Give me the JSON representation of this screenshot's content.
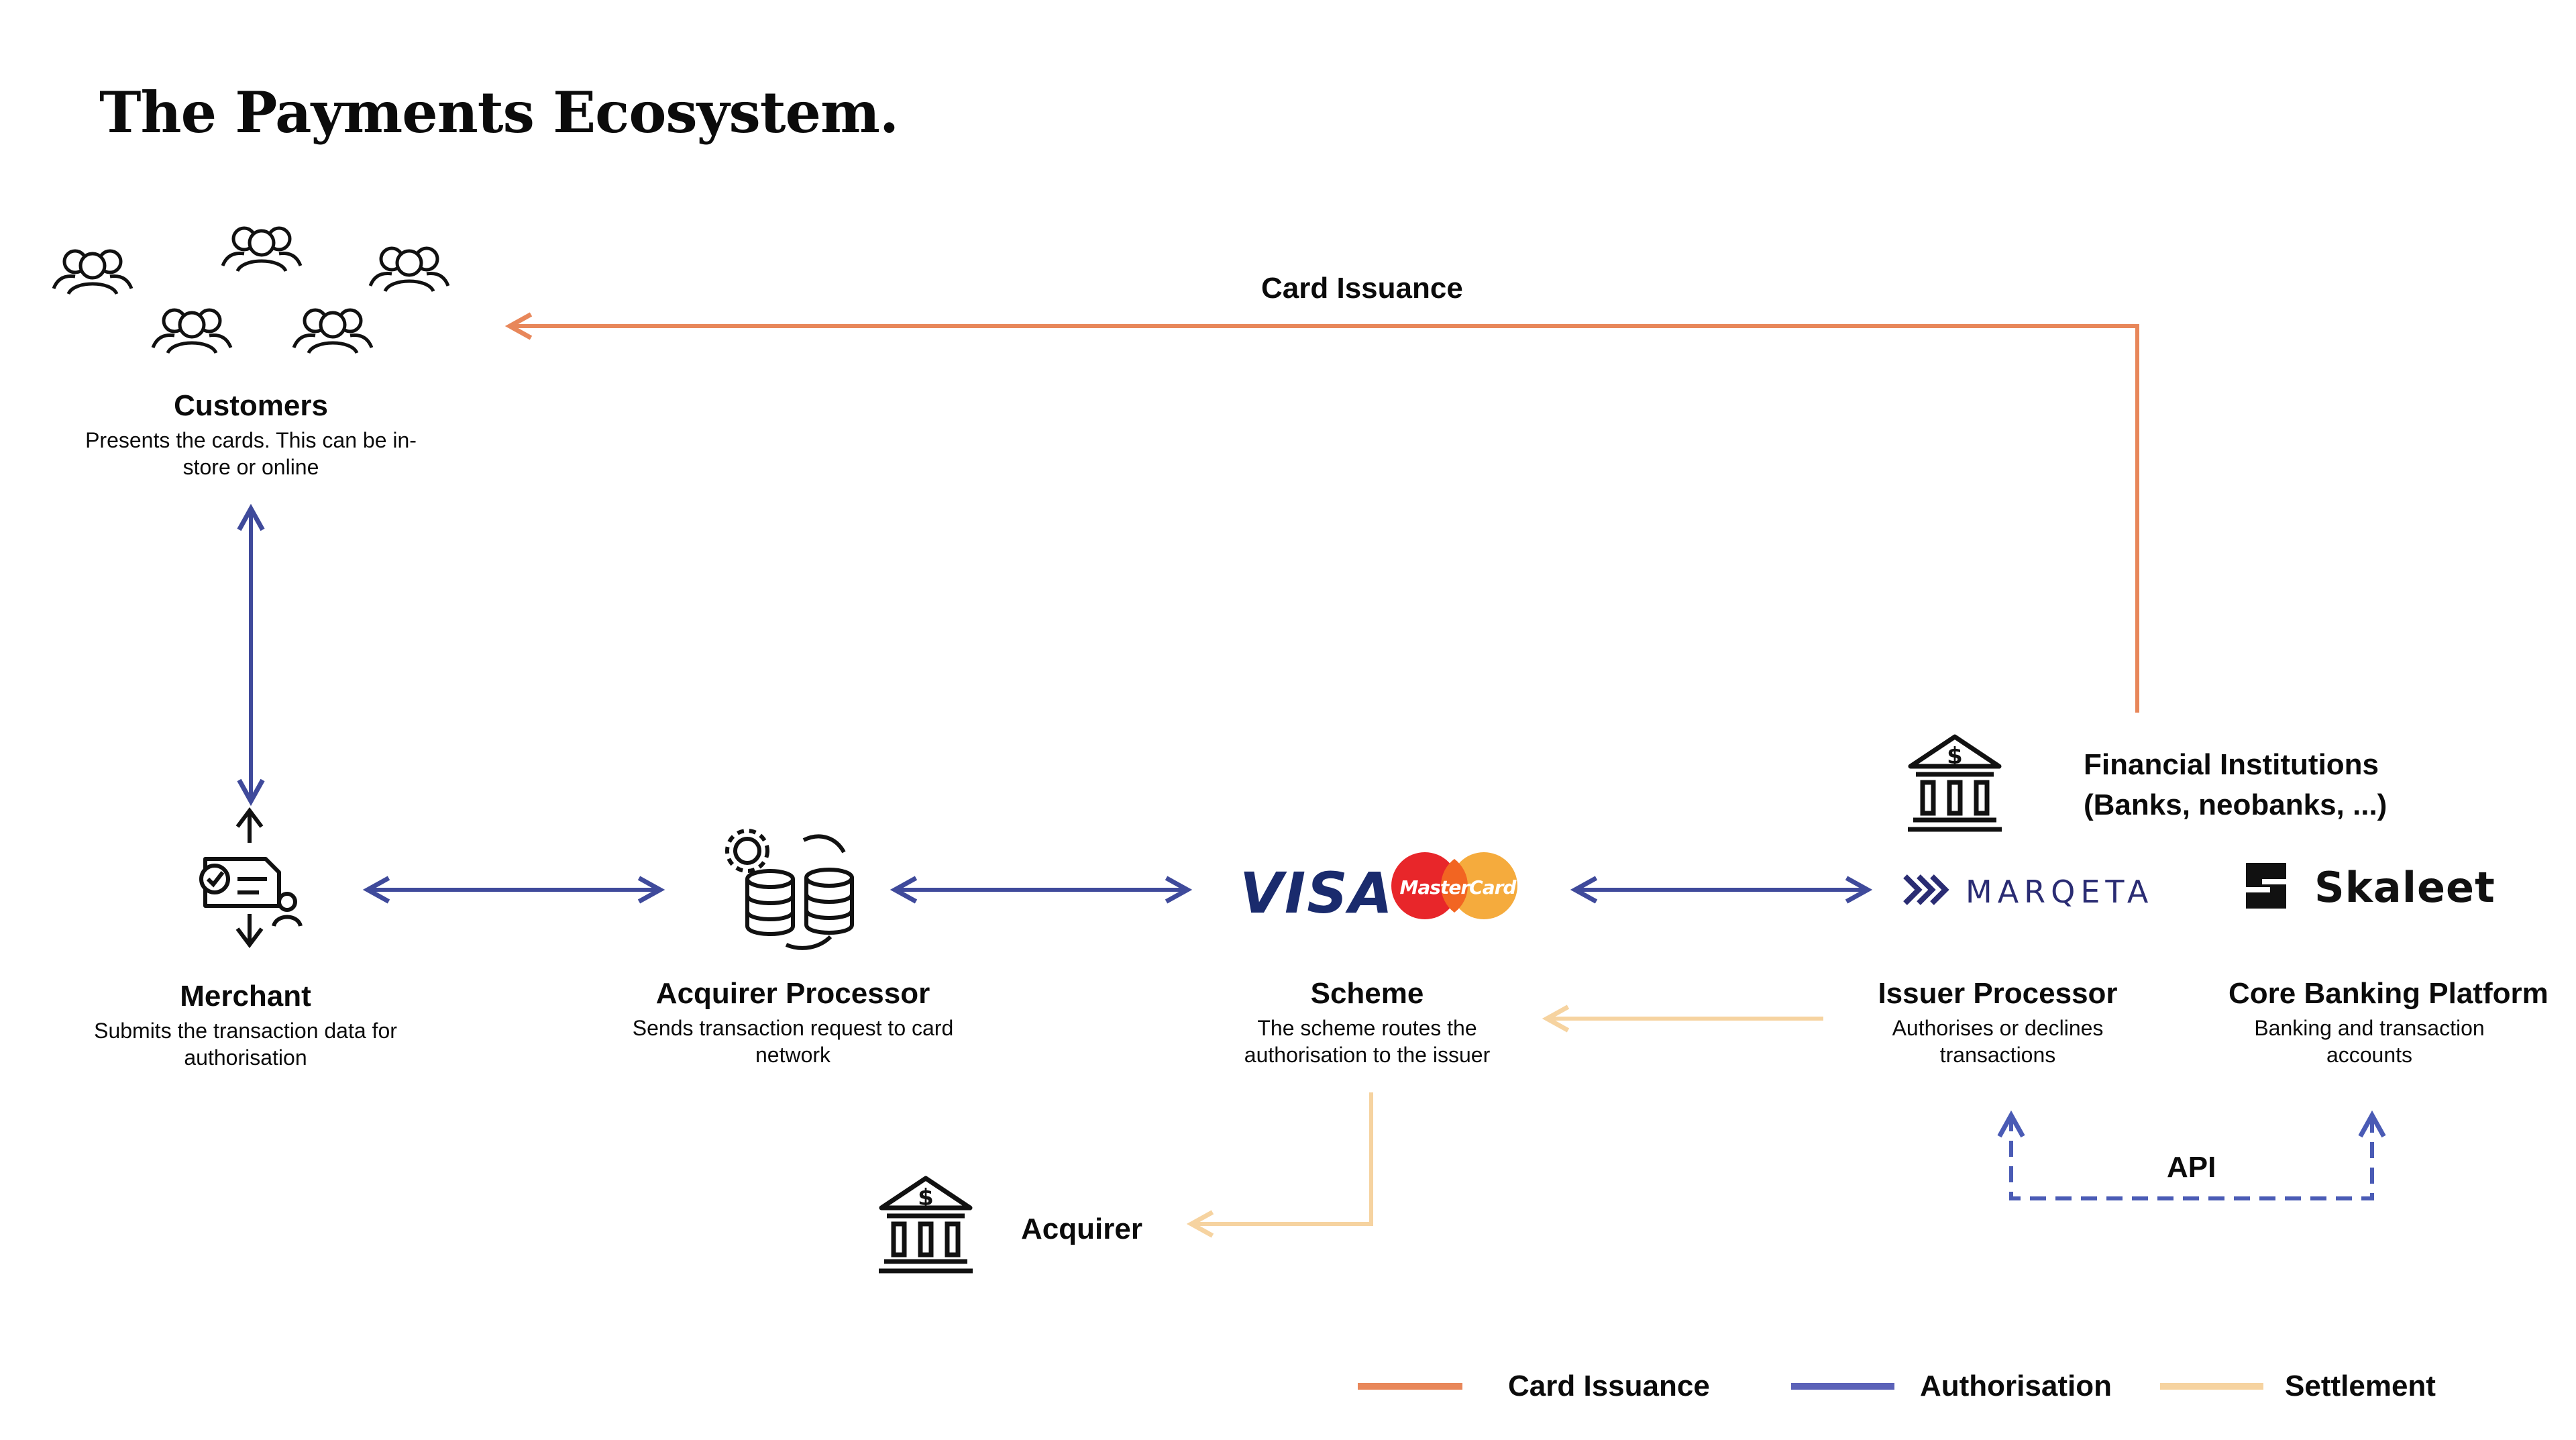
{
  "title": "The Payments Ecosystem.",
  "colors": {
    "card_issuance": "#e8875a",
    "authorisation": "#3f4a9b",
    "settlement": "#f6d3a0",
    "api_dashed": "#4a5bb5",
    "ink": "#0b0b0b"
  },
  "nodes": {
    "customers": {
      "heading": "Customers",
      "subtitle": "Presents the cards. This can be in-store or online",
      "icon": "people-group-icon"
    },
    "merchant": {
      "heading": "Merchant",
      "subtitle": "Submits the transaction data for authorisation",
      "icon": "merchant-icon"
    },
    "acquirer_processor": {
      "heading": "Acquirer Processor",
      "subtitle": "Sends transaction request to card network",
      "icon": "gear-coins-icon"
    },
    "scheme": {
      "heading": "Scheme",
      "subtitle": "The scheme routes the authorisation to the issuer",
      "icon": "card-scheme-logos"
    },
    "issuer_processor": {
      "heading": "Issuer Processor",
      "subtitle": "Authorises or declines transactions",
      "icon": "marqeta-logo"
    },
    "core_banking": {
      "heading": "Core Banking Platform",
      "subtitle": "Banking and transaction accounts",
      "icon": "skaleet-logo"
    },
    "financial_institutions": {
      "heading_line1": "Financial Institutions",
      "heading_line2": "(Banks, neobanks, ...)",
      "icon": "bank-icon"
    },
    "acquirer": {
      "heading": "Acquirer",
      "icon": "bank-icon"
    }
  },
  "logos": {
    "visa": "VISA",
    "mastercard": "MasterCard",
    "marqeta": "MARQETA",
    "skaleet": "Skaleet"
  },
  "edges": {
    "card_issuance_label": "Card Issuance",
    "api_label": "API"
  },
  "legend": [
    {
      "label": "Card Issuance",
      "color": "#e8875a"
    },
    {
      "label": "Authorisation",
      "color": "#5b62b8"
    },
    {
      "label": "Settlement",
      "color": "#f6d3a0"
    }
  ]
}
